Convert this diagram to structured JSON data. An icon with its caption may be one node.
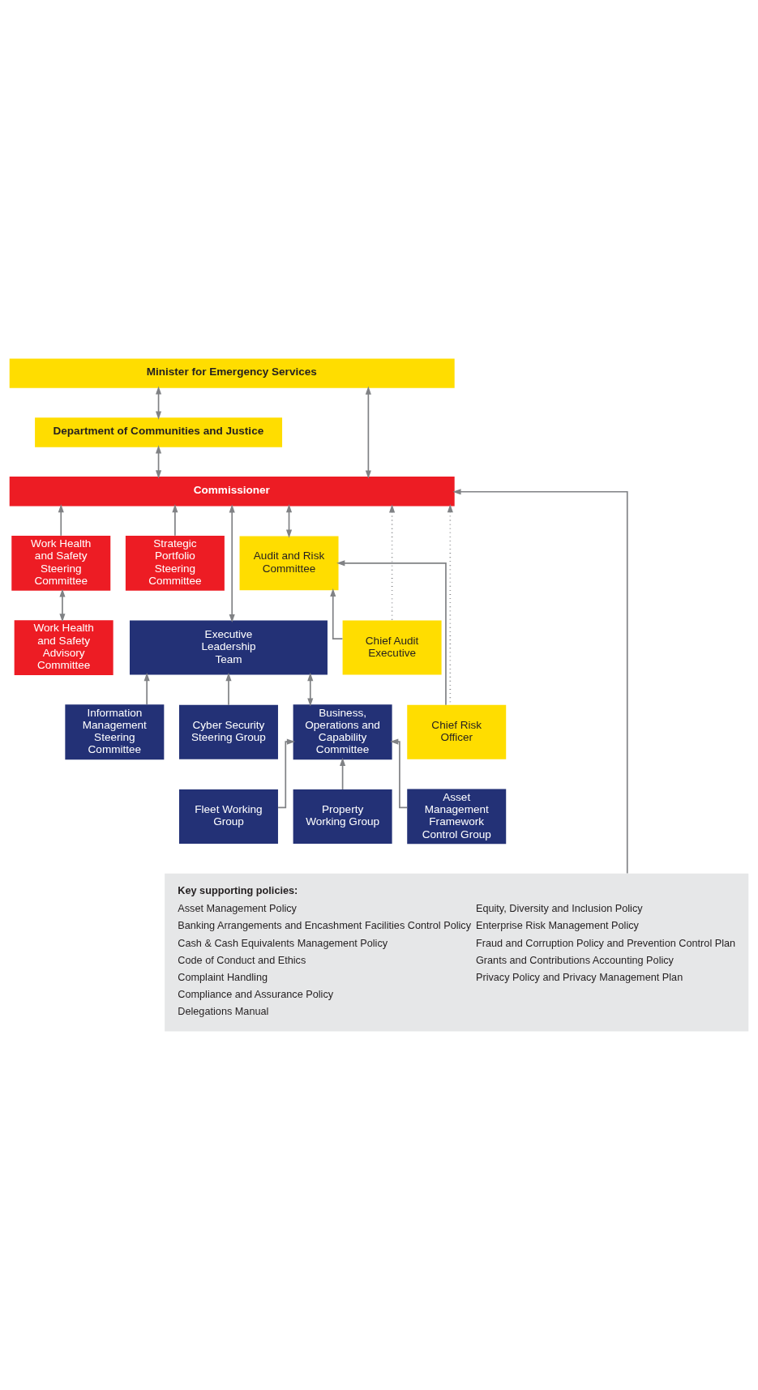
{
  "diagram": {
    "nodes": [
      {
        "text": [
          "Minister for Emergency Services"
        ]
      },
      {
        "text": [
          "Department of Communities and Justice"
        ]
      },
      {
        "text": [
          "Commissioner"
        ]
      },
      {
        "text": [
          "Work Health and Safety Steering Committee"
        ]
      },
      {
        "text": [
          "Strategic Portfolio Steering Committee"
        ]
      },
      {
        "text": [
          "Audit and Risk Committee"
        ]
      },
      {
        "text": [
          "Work Health and Safety Advisory Committee"
        ]
      },
      {
        "text": [
          "Executive Leadership Team"
        ]
      },
      {
        "text": [
          "Chief Audit Executive"
        ]
      },
      {
        "text": [
          "Chief Risk Officer"
        ]
      },
      {
        "text": [
          "Information Management Steering Committee"
        ]
      },
      {
        "text": [
          "Cyber Security Steering Group"
        ]
      },
      {
        "text": [
          "Business, Operations and Capability Committee"
        ]
      },
      {
        "text": [
          "Fleet Working Group"
        ]
      },
      {
        "text": [
          "Property Working Group"
        ]
      },
      {
        "text": [
          "Asset Management Framework Control Group"
        ]
      },
      {
        "text": [
          "Key supporting policies:",
          "Asset Management Policy",
          "Banking Arrangements and Encashment Facilities Control Policy",
          "Cash & Cash Equivalents Management Policy",
          "Code of Conduct and Ethics",
          "Complaint Handling",
          "Compliance and Assurance Policy",
          "Delegations Manual",
          "Equity, Diversity and Inclusion Policy",
          "Enterprise Risk Management Policy",
          "Fraud and Corruption Policy and Prevention Control Plan",
          "Grants and Contributions Accounting Policy",
          "Privacy Policy and Privacy Management Plan"
        ]
      }
    ],
    "edges": [
      {
        "from": 0,
        "to": 2,
        "arrow": "both"
      },
      {
        "from": 0,
        "to": 1,
        "arrow": "both"
      },
      {
        "from": 1,
        "to": 2,
        "arrow": "both"
      },
      {
        "from": 3,
        "to": 2,
        "arrow": "to"
      },
      {
        "from": 4,
        "to": 2,
        "arrow": "to"
      },
      {
        "from": 2,
        "to": 7,
        "arrow": "both"
      },
      {
        "from": 8,
        "to": 2,
        "arrow": "to",
        "style": "dashed"
      },
      {
        "from": 9,
        "to": 2,
        "arrow": "to",
        "style": "dashed"
      },
      {
        "from": 2,
        "to": 5,
        "arrow": "both"
      },
      {
        "from": 8,
        "to": 5,
        "arrow": "to"
      },
      {
        "from": 9,
        "to": 5,
        "arrow": "to"
      },
      {
        "from": 3,
        "to": 6,
        "arrow": "both"
      },
      {
        "from": 10,
        "to": 7,
        "arrow": "to"
      },
      {
        "from": 11,
        "to": 7,
        "arrow": "to"
      },
      {
        "from": 7,
        "to": 12,
        "arrow": "both"
      },
      {
        "from": 13,
        "to": 12,
        "arrow": "to"
      },
      {
        "from": 14,
        "to": 12,
        "arrow": "to"
      },
      {
        "from": 15,
        "to": 12,
        "arrow": "to"
      },
      {
        "from": 16,
        "to": 2,
        "arrow": "to"
      }
    ]
  }
}
